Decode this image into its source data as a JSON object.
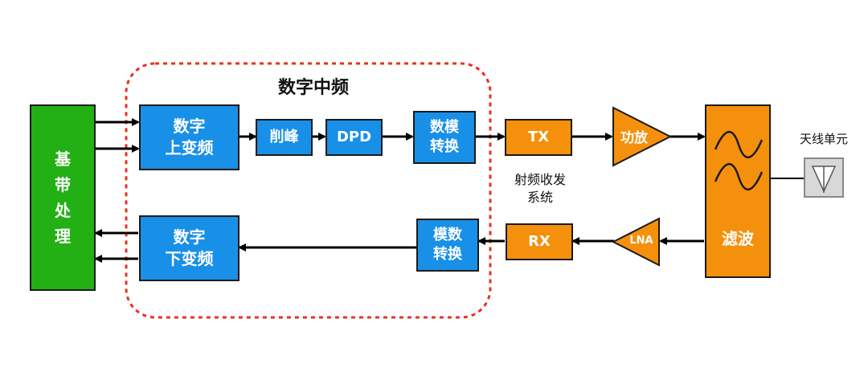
{
  "digital_if": {
    "title": "数字中频"
  },
  "baseband": {
    "line1": "基",
    "line2": "带",
    "line3": "处",
    "line4": "理"
  },
  "duc": {
    "line1": "数字",
    "line2": "上变频"
  },
  "cfr": {
    "label": "削峰"
  },
  "dpd": {
    "label": "DPD"
  },
  "dac": {
    "line1": "数模",
    "line2": "转换"
  },
  "tx": {
    "label": "TX"
  },
  "pa": {
    "label": "功放"
  },
  "filter": {
    "label": "滤波"
  },
  "antenna": {
    "label": "天线单元"
  },
  "rf_transceiver": {
    "line1": "射频收发",
    "line2": "系统"
  },
  "ddc": {
    "line1": "数字",
    "line2": "下变频"
  },
  "adc": {
    "line1": "模数",
    "line2": "转换"
  },
  "rx": {
    "label": "RX"
  },
  "lna": {
    "label": "LNA"
  },
  "colors": {
    "blue": "#1890e8",
    "orange": "#f5900c",
    "green": "#22b014",
    "dashed": "#e8321e"
  }
}
